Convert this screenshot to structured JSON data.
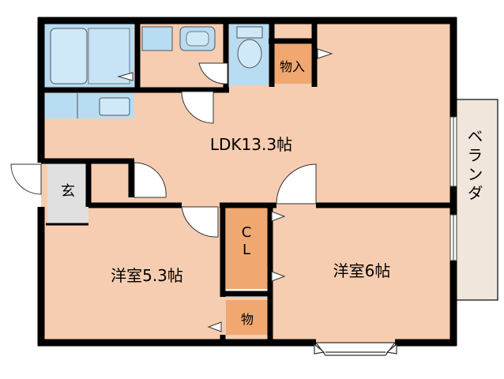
{
  "rooms": {
    "ldk": {
      "label": "LDK13.3帖"
    },
    "western_a": {
      "label": "洋室5.3帖"
    },
    "western_b": {
      "label": "洋室6帖"
    },
    "storage_top": {
      "label": "物入"
    },
    "closet": {
      "label_top": "C",
      "label_bottom": "L"
    },
    "storage_small": {
      "label": "物"
    },
    "entrance": {
      "label": "玄"
    },
    "veranda": {
      "label": "ベランダ"
    }
  },
  "colors": {
    "floor": "#f6cdb0",
    "storage": "#f0a870",
    "bath": "#b8dcf2",
    "entrance": "#e0e0e0",
    "veranda": "#f0e6dc",
    "wall": "#000000"
  }
}
